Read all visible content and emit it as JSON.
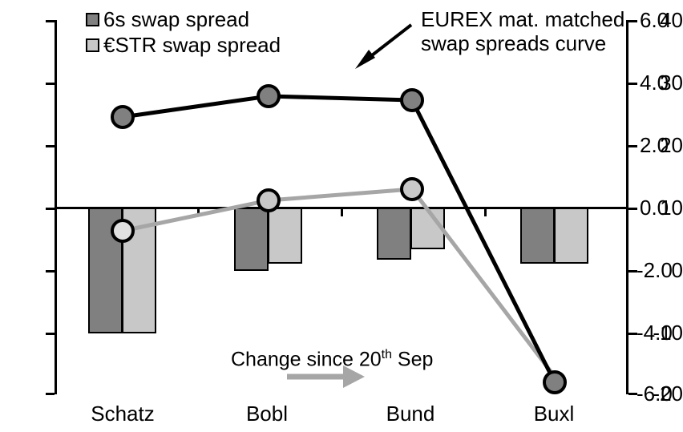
{
  "chart_data": {
    "type": "bar",
    "title": "",
    "xlabel": "",
    "categories": [
      "Schatz",
      "Bobl",
      "Bund",
      "Buxl"
    ],
    "grid": false,
    "legend_position": "top-left",
    "left_axis": {
      "label": "",
      "ticks": [
        "40",
        "30",
        "20",
        "10",
        "0",
        "-10",
        "-20"
      ],
      "values": [
        40,
        30,
        20,
        10,
        0,
        -10,
        -20
      ],
      "ylim": [
        -20,
        40
      ]
    },
    "right_axis": {
      "label": "",
      "ticks": [
        "6.0",
        "4.0",
        "2.0",
        "0.0",
        "-2.0",
        "-4.0",
        "-6.0"
      ],
      "values": [
        6.0,
        4.0,
        2.0,
        0.0,
        -2.0,
        -4.0,
        -6.0
      ],
      "ylim": [
        -6.0,
        6.0
      ]
    },
    "series": [
      {
        "name": "6s swap spread",
        "type": "bar",
        "axis": "right",
        "color": "#808080",
        "values": [
          -4.0,
          -2.0,
          -1.65,
          -1.75
        ]
      },
      {
        "name": "€STR swap spread",
        "type": "bar",
        "axis": "right",
        "color": "#c8c8c8",
        "values": [
          -4.0,
          -1.75,
          -1.3,
          -1.75
        ]
      },
      {
        "name": "EUREX mat. matched swap spreads curve",
        "type": "line",
        "axis": "left",
        "color": "#000000",
        "values": [
          24.5,
          27.9,
          27.3,
          -18.0
        ]
      },
      {
        "name": "Change since 20th Sep",
        "type": "line",
        "axis": "right",
        "color": "#a6a6a6",
        "values": [
          -0.75,
          0.05,
          0.6,
          -5.7
        ]
      }
    ],
    "annotations": [
      {
        "id": "eurex-note",
        "line1": "EUREX mat. matched",
        "line2": "swap spreads curve",
        "arrow": "down-left"
      },
      {
        "id": "change-note",
        "text_before": "Change since 20",
        "sup": "th",
        "text_after": " Sep",
        "arrow": "right"
      }
    ]
  },
  "legend": {
    "items": [
      {
        "label": "6s swap spread",
        "color": "#808080"
      },
      {
        "label": "€STR swap spread",
        "color": "#c8c8c8"
      }
    ]
  },
  "axes": {
    "left_ticks": [
      "40",
      "30",
      "20",
      "10",
      "0",
      "-10",
      "-20"
    ],
    "right_ticks": [
      "6.0",
      "4.0",
      "2.0",
      "0.0",
      "-2.0",
      "-4.0",
      "-6.0"
    ],
    "x_labels": [
      "Schatz",
      "Bobl",
      "Bund",
      "Buxl"
    ]
  },
  "annotations": {
    "eurex_line1": "EUREX mat. matched",
    "eurex_line2": "swap spreads curve",
    "change_before": "Change since 20",
    "change_sup": "th",
    "change_after": " Sep"
  }
}
